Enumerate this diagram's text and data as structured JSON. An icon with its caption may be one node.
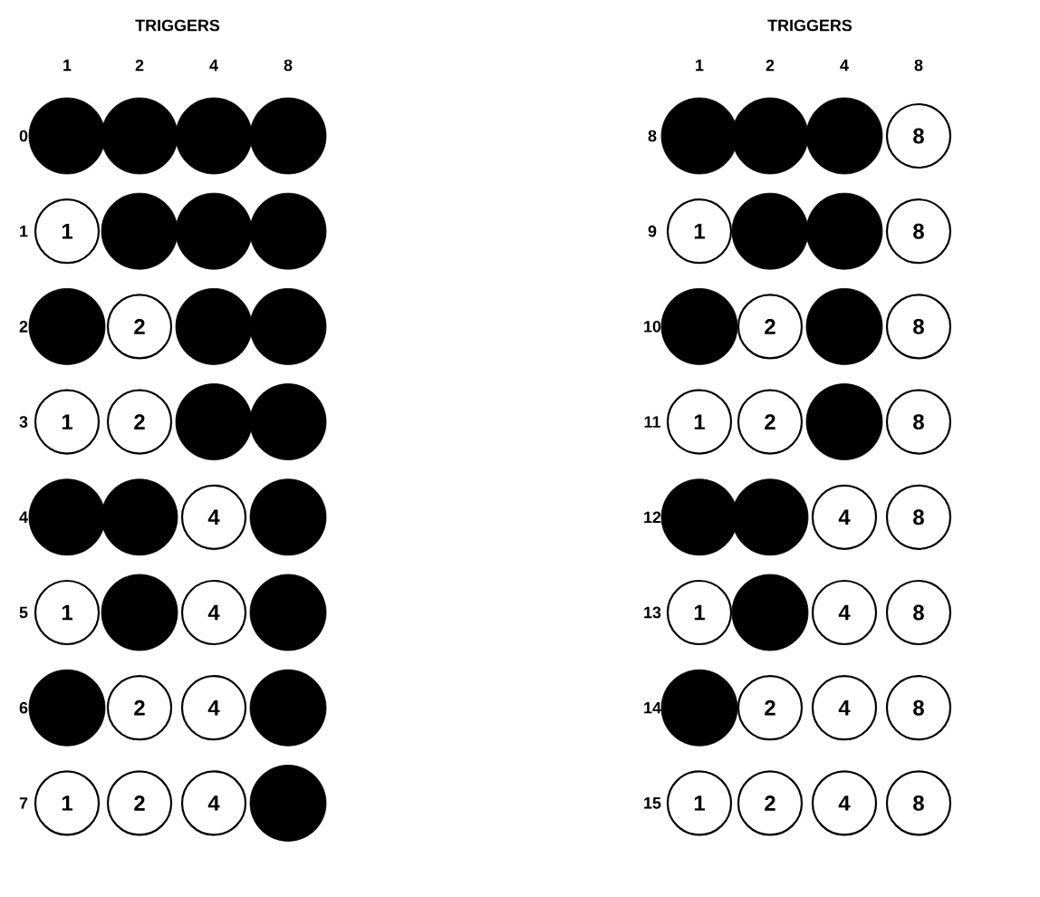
{
  "diagram": {
    "nodes": [
      {
        "text": [],
        "shape": "circle"
      },
      {
        "text": [],
        "shape": "circle"
      },
      {
        "text": [],
        "shape": "circle"
      },
      {
        "text": [],
        "shape": "circle"
      },
      {
        "text": [
          "1"
        ]
      },
      {
        "text": [],
        "shape": "circle"
      },
      {
        "text": [],
        "shape": "circle"
      },
      {
        "text": [],
        "shape": "circle"
      },
      {
        "text": [],
        "shape": "circle"
      },
      {
        "text": [
          "2"
        ]
      },
      {
        "text": [],
        "shape": "circle"
      },
      {
        "text": [],
        "shape": "circle"
      },
      {
        "text": [
          "1"
        ]
      },
      {
        "text": [
          "2"
        ]
      },
      {
        "text": [],
        "shape": "circle"
      },
      {
        "text": [],
        "shape": "circle"
      },
      {
        "text": [],
        "shape": "circle"
      },
      {
        "text": [],
        "shape": "circle"
      },
      {
        "text": [
          "4"
        ]
      },
      {
        "text": [],
        "shape": "circle"
      },
      {
        "text": [
          "1"
        ]
      },
      {
        "text": [],
        "shape": "circle"
      },
      {
        "text": [
          "4"
        ]
      },
      {
        "text": [],
        "shape": "circle"
      },
      {
        "text": [],
        "shape": "circle"
      },
      {
        "text": [
          "2"
        ]
      },
      {
        "text": [
          "4"
        ]
      },
      {
        "text": [],
        "shape": "circle"
      },
      {
        "text": [
          "1"
        ]
      },
      {
        "text": [
          "2"
        ]
      },
      {
        "text": [
          "4"
        ]
      },
      {
        "text": [],
        "shape": "circle"
      },
      {
        "text": [],
        "shape": "circle"
      },
      {
        "text": [],
        "shape": "circle"
      },
      {
        "text": [],
        "shape": "circle"
      },
      {
        "text": [
          "8"
        ]
      },
      {
        "text": [
          "1"
        ]
      },
      {
        "text": [],
        "shape": "circle"
      },
      {
        "text": [],
        "shape": "circle"
      },
      {
        "text": [
          "8"
        ]
      },
      {
        "text": [],
        "shape": "circle"
      },
      {
        "text": [
          "2"
        ]
      },
      {
        "text": [],
        "shape": "circle"
      },
      {
        "text": [
          "8"
        ]
      },
      {
        "text": [
          "1"
        ]
      },
      {
        "text": [
          "2"
        ]
      },
      {
        "text": [],
        "shape": "circle"
      },
      {
        "text": [
          "8"
        ]
      },
      {
        "text": [],
        "shape": "circle"
      },
      {
        "text": [],
        "shape": "circle"
      },
      {
        "text": [
          "4"
        ]
      },
      {
        "text": [
          "8"
        ]
      },
      {
        "text": [
          "1"
        ]
      },
      {
        "text": [],
        "shape": "circle"
      },
      {
        "text": [
          "4"
        ]
      },
      {
        "text": [
          "8"
        ]
      },
      {
        "text": [],
        "shape": "circle"
      },
      {
        "text": [
          "2"
        ]
      },
      {
        "text": [
          "4"
        ]
      },
      {
        "text": [
          "8"
        ]
      },
      {
        "text": [
          "1"
        ]
      },
      {
        "text": [
          "2"
        ]
      },
      {
        "text": [
          "4"
        ]
      },
      {
        "text": [
          "8"
        ]
      }
    ],
    "labels": [
      "TRIGGERS",
      "1",
      "2",
      "4",
      "8",
      "TRIGGERS",
      "1",
      "2",
      "4",
      "8",
      "0",
      "1",
      "2",
      "3",
      "4",
      "5",
      "6",
      "7",
      "8",
      "9",
      "10",
      "11",
      "12",
      "13",
      "14",
      "15"
    ]
  }
}
